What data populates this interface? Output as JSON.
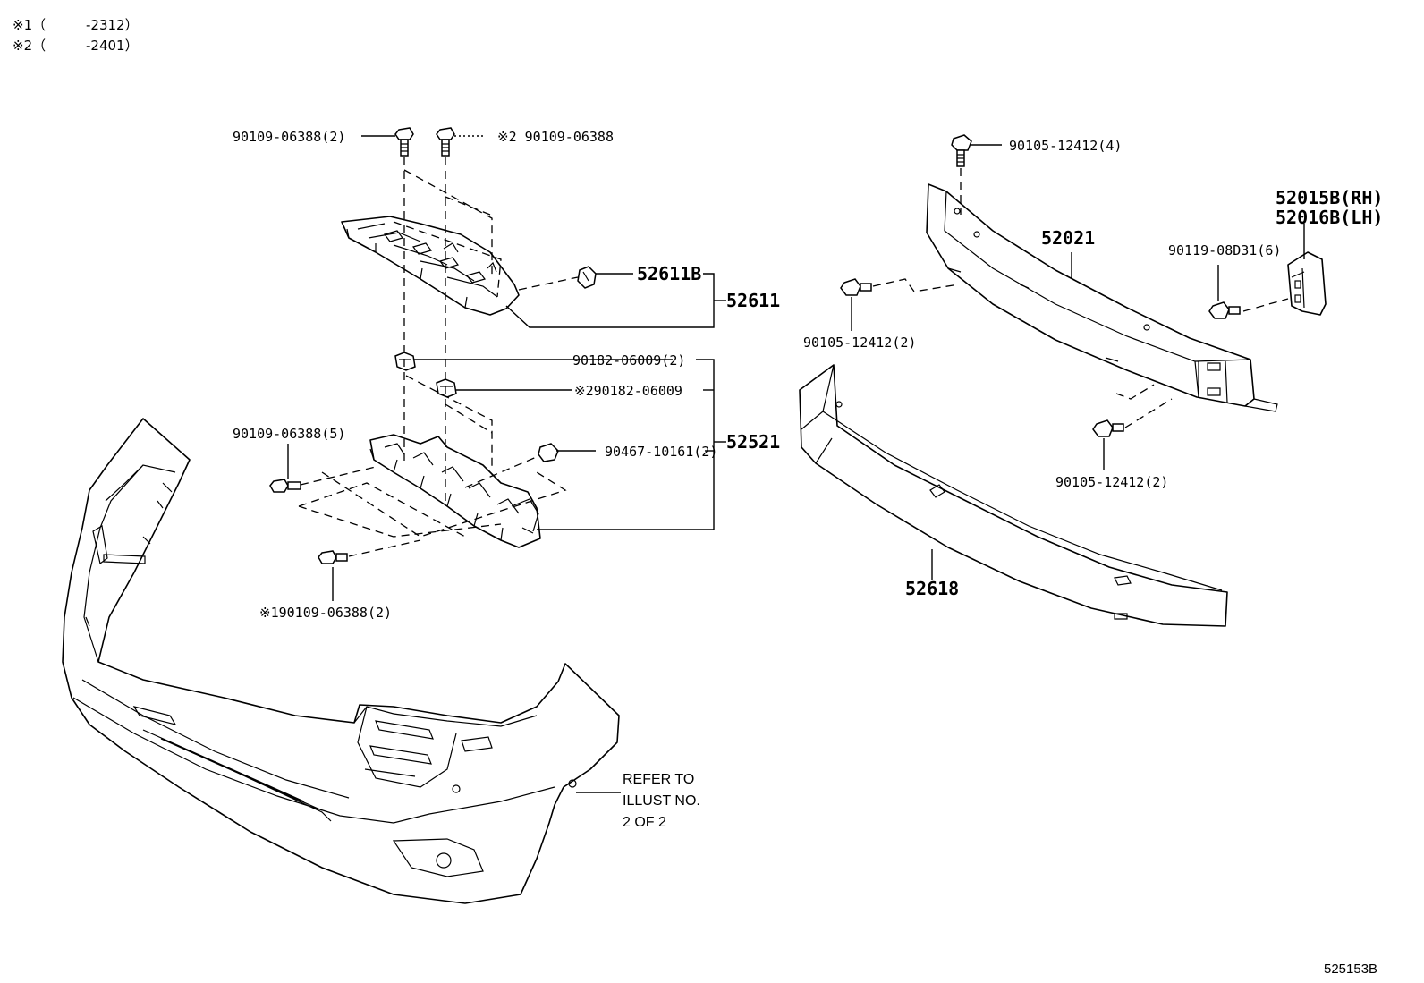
{
  "notes": [
    {
      "mark": "※1（",
      "code": "-2312）"
    },
    {
      "mark": "※2（",
      "code": "-2401）"
    }
  ],
  "callouts": {
    "bolt_top_left": "90109-06388(2)",
    "bolt_top_mid": "※2 90109-06388",
    "part_52611b": "52611B",
    "part_52611": "52611",
    "nut_90182_2": "90182-06009(2)",
    "nut_90182_note": "※290182-06009",
    "bolt_left_5": "90109-06388(5)",
    "clip_90467": "90467-10161(2)",
    "part_52521": "52521",
    "bolt_bottom_note": "※190109-06388(2)",
    "bolt_reinf_top": "90105-12412(4)",
    "part_52015b": "52015B(RH)",
    "part_52016b": "52016B(LH)",
    "part_52021": "52021",
    "bolt_90119": "90119-08D31(6)",
    "bolt_reinf_left": "90105-12412(2)",
    "bolt_reinf_bottom": "90105-12412(2)",
    "part_52618": "52618"
  },
  "refer": [
    "REFER TO",
    "ILLUST NO.",
    "2 OF 2"
  ],
  "illustration_code": "525153B"
}
